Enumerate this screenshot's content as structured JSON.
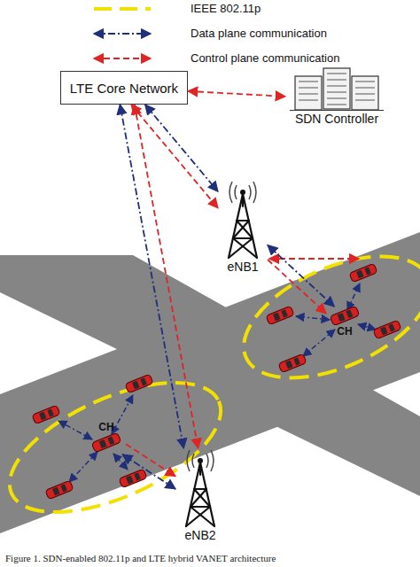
{
  "diagram": {
    "caption": "Figure 1. SDN-enabled 802.11p and LTE hybrid VANET architecture",
    "nodes": [
      {
        "text": [
          "LTE Core Network"
        ]
      },
      {
        "text": [
          "SDN Controller"
        ]
      },
      {
        "text": [
          "eNB1"
        ]
      },
      {
        "text": [
          "CH"
        ]
      },
      {
        "text": [
          "CH"
        ]
      },
      {
        "text": [
          "eNB2"
        ]
      }
    ],
    "edges": [
      {
        "from": 0,
        "to": 1,
        "arrow": "both"
      },
      {
        "from": 0,
        "to": 2,
        "arrow": "both"
      },
      {
        "from": 0,
        "to": 2,
        "arrow": "both"
      },
      {
        "from": 0,
        "to": 5,
        "arrow": "both"
      },
      {
        "from": 0,
        "to": 5,
        "arrow": "both"
      },
      {
        "from": 2,
        "to": 3,
        "arrow": "both"
      },
      {
        "from": 2,
        "to": 3,
        "arrow": "to"
      },
      {
        "from": 5,
        "to": 4,
        "arrow": "both"
      },
      {
        "from": 4,
        "to": 5,
        "arrow": "to"
      }
    ],
    "legend": [
      {
        "text": "IEEE 802.11p"
      },
      {
        "text": "Data plane communication"
      },
      {
        "text": "Control plane communication"
      }
    ]
  }
}
